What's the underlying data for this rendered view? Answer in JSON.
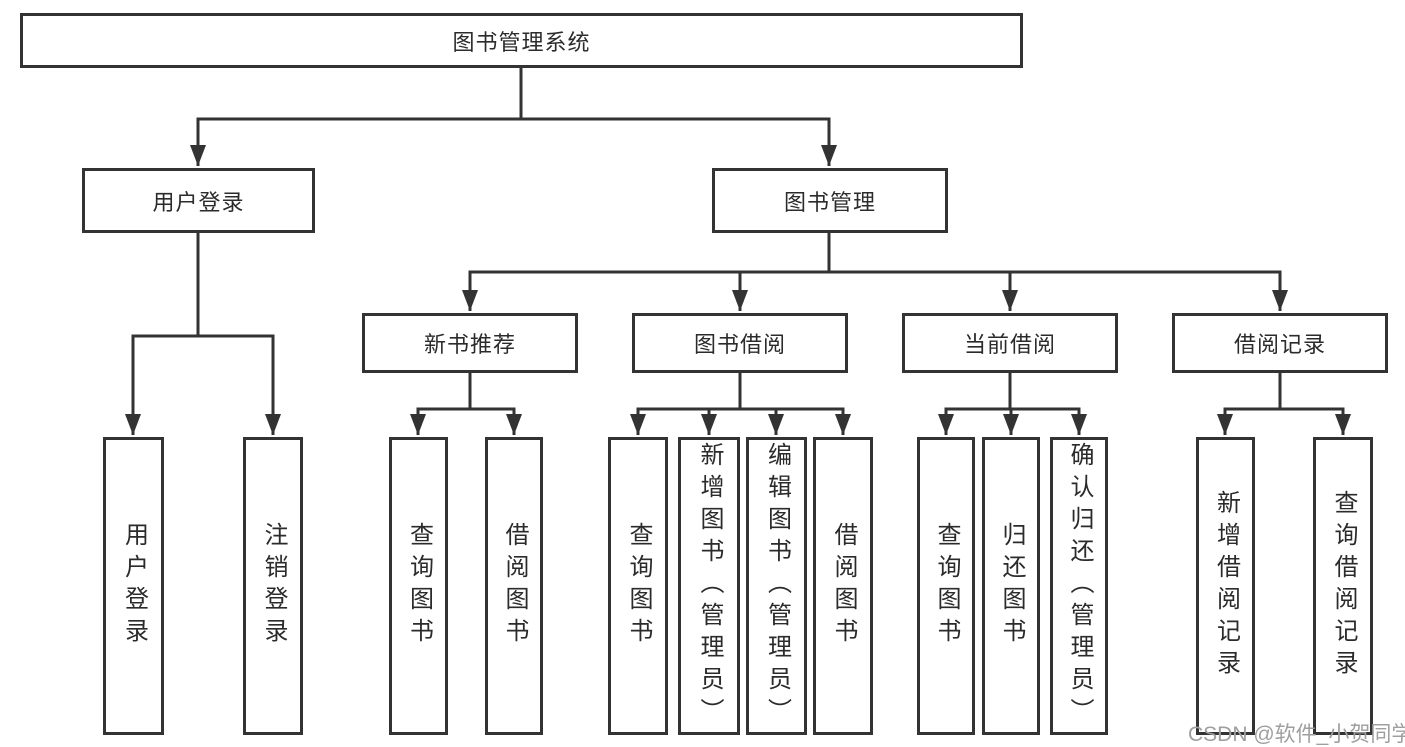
{
  "diagram": {
    "root": {
      "label": "图书管理系统"
    },
    "branches": [
      {
        "label": "用户登录",
        "children": [
          {
            "label": "用户登录"
          },
          {
            "label": "注销登录"
          }
        ]
      },
      {
        "label": "图书管理",
        "children": [
          {
            "label": "新书推荐",
            "children": [
              {
                "label": "查询图书"
              },
              {
                "label": "借阅图书"
              }
            ]
          },
          {
            "label": "图书借阅",
            "children": [
              {
                "label": "查询图书"
              },
              {
                "label": "新增图书（管理员）"
              },
              {
                "label": "编辑图书（管理员）"
              },
              {
                "label": "借阅图书"
              }
            ]
          },
          {
            "label": "当前借阅",
            "children": [
              {
                "label": "查询图书"
              },
              {
                "label": "归还图书"
              },
              {
                "label": "确认归还（管理员）"
              }
            ]
          },
          {
            "label": "借阅记录",
            "children": [
              {
                "label": "新增借阅记录"
              },
              {
                "label": "查询借阅记录"
              }
            ]
          }
        ]
      }
    ]
  },
  "watermark": {
    "text": "CSDN @软件_小贺同学"
  },
  "colors": {
    "line": "#333333",
    "text": "#2b2b2b",
    "background": "#ffffff",
    "watermark": "#9f9f9f"
  }
}
